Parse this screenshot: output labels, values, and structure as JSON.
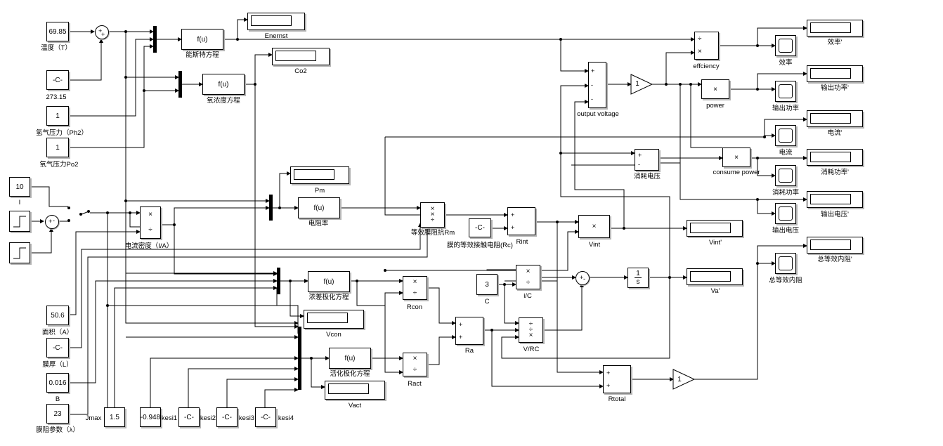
{
  "constants": {
    "temp": "69.85",
    "c1": "-C-",
    "ph2": "1",
    "po2": "1",
    "current": "10",
    "area": "50.6",
    "thickness": "-C-",
    "b": "0.016",
    "lambda": "23",
    "jmax": "1.5",
    "kesi1": "-0.948",
    "kesi2": "-C-",
    "kesi3": "-C-",
    "kesi4": "-C-",
    "c3": "3",
    "rc": "-C-"
  },
  "labels": {
    "temp": "温度（T）",
    "k": "273.15",
    "ph2": "氢气压力（Ph2）",
    "po2": "氧气压力Po2",
    "i": "I",
    "area": "面积（A）",
    "thickness": "膜厚（L）",
    "b": "B",
    "lambda": "膜阻参数（λ）",
    "jmax": "Jmax",
    "kesi1": "kesi1",
    "kesi2": "kesi2",
    "kesi3": "kesi3",
    "kesi4": "kesi4",
    "nernst_fn": "能斯特方程",
    "enernst": "Enernst",
    "o2_fn": "氧浓度方程",
    "co2": "Co2",
    "pm": "Pm",
    "resistivity": "电阻率",
    "rm": "等效膜阻抗Rm",
    "rc": "膜的等效接触电阻(Rc)",
    "rint": "Rint",
    "vint": "Vint",
    "vint_disp": "Vint'",
    "current_density": "电流密度（I/A）",
    "conc_fn": "浓差极化方程",
    "rcon": "Rcon",
    "vcon": "Vcon",
    "act_fn": "活化极化方程",
    "ract": "Ract",
    "vact": "Vact",
    "ra": "Ra",
    "c": "C",
    "ic": "i/C",
    "vrc": "V/RC",
    "va": "Va'",
    "rtotal": "Rtotal",
    "output_voltage": "output  voltage",
    "efficiency": "effciency",
    "power": "power",
    "consume_voltage": "消耗电压",
    "consume_power": "consume power",
    "sc_eff": "效率",
    "disp_eff": "效率'",
    "sc_pout": "输出功率",
    "disp_pout": "输出功率'",
    "sc_i": "电流",
    "disp_i": "电流'",
    "sc_pc": "消耗功率",
    "disp_pc": "消耗功率'",
    "sc_vout": "输出电压",
    "disp_vout": "输出电压'",
    "sc_rt": "总等效内阻",
    "disp_rt": "总等效内阻'"
  },
  "blocks": {
    "fu": "f(u)",
    "gain": "1",
    "mult": "×",
    "integrator_num": "1",
    "integrator_den": "s"
  }
}
